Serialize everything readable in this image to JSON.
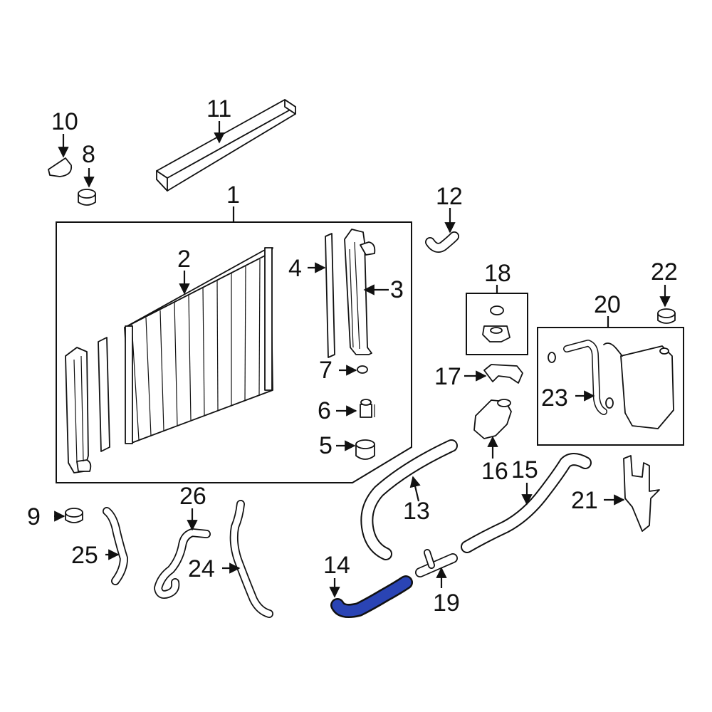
{
  "diagram": {
    "highlight_color": "#2a44b4",
    "line_color": "#111111",
    "background": "#ffffff",
    "highlighted_part": "14",
    "labels": {
      "p1": "1",
      "p2": "2",
      "p3": "3",
      "p4": "4",
      "p5": "5",
      "p6": "6",
      "p7": "7",
      "p8": "8",
      "p9": "9",
      "p10": "10",
      "p11": "11",
      "p12": "12",
      "p13": "13",
      "p14": "14",
      "p15": "15",
      "p16": "16",
      "p17": "17",
      "p18": "18",
      "p19": "19",
      "p20": "20",
      "p21": "21",
      "p22": "22",
      "p23": "23",
      "p24": "24",
      "p25": "25",
      "p26": "26"
    }
  }
}
